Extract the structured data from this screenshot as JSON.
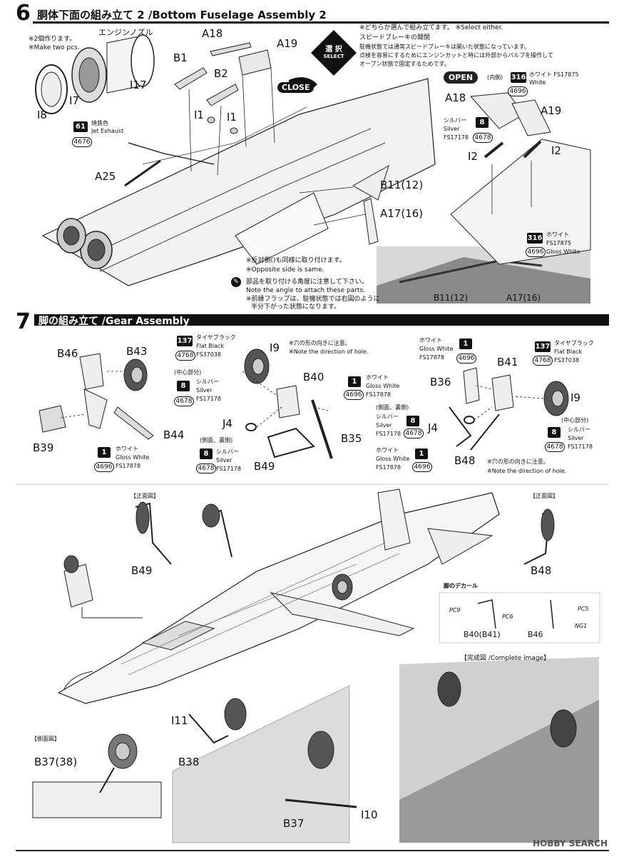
{
  "step6": {
    "number": "6",
    "title": "胴体下面の組み立て 2 /Bottom Fuselage Assembly 2",
    "nozzle_label": "エンジンノズル",
    "make_two_jp": "※2個作ります。",
    "make_two_en": "※Make two pcs.",
    "select_badge_jp": "選 択",
    "select_badge_en": "SELECT",
    "select_text_jp": "※どちらか選んで組み立てます。",
    "select_text_en": "※Select either.",
    "speed_brake_title": "スピードブレーキの開閉",
    "speed_brake_l1": "駐機状態では通常スピードブレーキは開いた状態になっています。",
    "speed_brake_l2": "点検を容易にするためにエンジンカットと時には外部からバルブを操作して",
    "speed_brake_l3": "オープン状態で固定するためです。",
    "close_label": "CLOSE",
    "open_label": "OPEN",
    "inside_label": "(内側)",
    "opposite_jp": "※反対側()も同様に取り付けます。",
    "opposite_en": "※Opposite side is same.",
    "angle_jp": "部品を取り付ける角度に注意して下さい。",
    "angle_en": "Note the angle to attach these parts.",
    "flap_jp1": "※前縁フラップは、駐機状態では右図のように",
    "flap_jp2": "半分下がった状態になります。",
    "parts": {
      "I8": "I8",
      "I7": "I7",
      "I17": "I17",
      "B1": "B1",
      "B2": "B2",
      "A18": "A18",
      "A19": "A19",
      "I1a": "I1",
      "I1b": "I1",
      "A25": "A25",
      "B11": "B11(12)",
      "A17": "A17(16)",
      "A18r": "A18",
      "A19r": "A19",
      "I2a": "I2",
      "I2b": "I2",
      "B11b": "B11(12)",
      "A17b": "A17(16)"
    },
    "paint_61": {
      "num": "61",
      "jp": "焼鉄色",
      "en": "Jet Exhaust",
      "code": "4676"
    },
    "paint_316a": {
      "num": "316",
      "jp": "ホワイト",
      "fs": "FS17875",
      "en": "White",
      "code": "4696"
    },
    "paint_8": {
      "num": "8",
      "jp": "シルバー",
      "en": "Silver",
      "fs": "FS17178",
      "code": "4678"
    },
    "paint_316b": {
      "num": "316",
      "jp": "ホワイト",
      "fs": "FS17875",
      "en": "Gloss White",
      "code": "4696"
    }
  },
  "step7": {
    "number": "7",
    "title": "脚の組み立て /Gear Assembly",
    "hole_jp": "※穴の形の向きに注意。",
    "hole_en": "※Note the direction of hole.",
    "hole_jp2": "※穴の形の向きに注意。",
    "hole_en2": "※Note the direction of hole.",
    "center_jp": "(中心部分)",
    "center_jp2": "(中心部分)",
    "side_jp": "(側面、裏側)",
    "side_jp2": "(側面、裏側)",
    "front_view": "【正面図】",
    "front_view2": "【正面図】",
    "side_view": "【側面図】",
    "gear_decal": "脚のデカール",
    "complete": "【完成図 /Complete image】",
    "parts": {
      "B46": "B46",
      "B43": "B43",
      "B39": "B39",
      "B44": "B44",
      "I9": "I9",
      "B40": "B40",
      "J4": "J4",
      "B49": "B49",
      "B35": "B35",
      "B36": "B36",
      "B41": "B41",
      "J4b": "J4",
      "B48": "B48",
      "I9b": "I9",
      "B49f": "B49",
      "B48f": "B48",
      "B40d": "B40(B41)",
      "B46d": "B46",
      "I11": "I11",
      "B38": "B38",
      "B37": "B37(38)",
      "B37b": "B37",
      "I10": "I10"
    },
    "decals": {
      "pc9": "PC9",
      "pc6": "PC6",
      "pc5": "PC5",
      "ng1": "NG1"
    },
    "paint_137a": {
      "num": "137",
      "jp": "タイヤブラック",
      "en": "Flat Black",
      "fs": "FS37038",
      "code": "4768"
    },
    "paint_8a": {
      "num": "8",
      "jp": "シルバー",
      "en": "Silver",
      "fs": "FS17178",
      "code": "4678"
    },
    "paint_1a": {
      "num": "1",
      "jp": "ホワイト",
      "en": "Gloss White",
      "fs": "FS17878",
      "code": "4696"
    },
    "paint_1b": {
      "num": "1",
      "jp": "ホワイト",
      "en": "Gloss White",
      "fs": "FS17878",
      "code": "4696"
    },
    "paint_8b": {
      "num": "8",
      "jp": "シルバー",
      "en": "Silver",
      "fs": "FS17178",
      "code": "4678"
    },
    "paint_1c": {
      "num": "1",
      "jp": "ホワイト",
      "en": "Gloss White",
      "fs": "FS17878",
      "code": "4696"
    },
    "paint_8c": {
      "num": "8",
      "jp": "シルバー",
      "en": "Silver",
      "fs": "FS17178",
      "code": "4678"
    },
    "paint_1d": {
      "num": "1",
      "jp": "ホワイト",
      "en": "Gloss White",
      "fs": "FS17878",
      "code": "4696"
    },
    "paint_137b": {
      "num": "137",
      "jp": "タイヤブラック",
      "en": "Flat Black",
      "fs": "FS37038",
      "code": "4768"
    },
    "paint_8d": {
      "num": "8",
      "jp": "シルバー",
      "en": "Silver",
      "fs": "FS17178",
      "code": "4678"
    }
  },
  "footer": {
    "brand": "HOBBY SEARCH"
  }
}
